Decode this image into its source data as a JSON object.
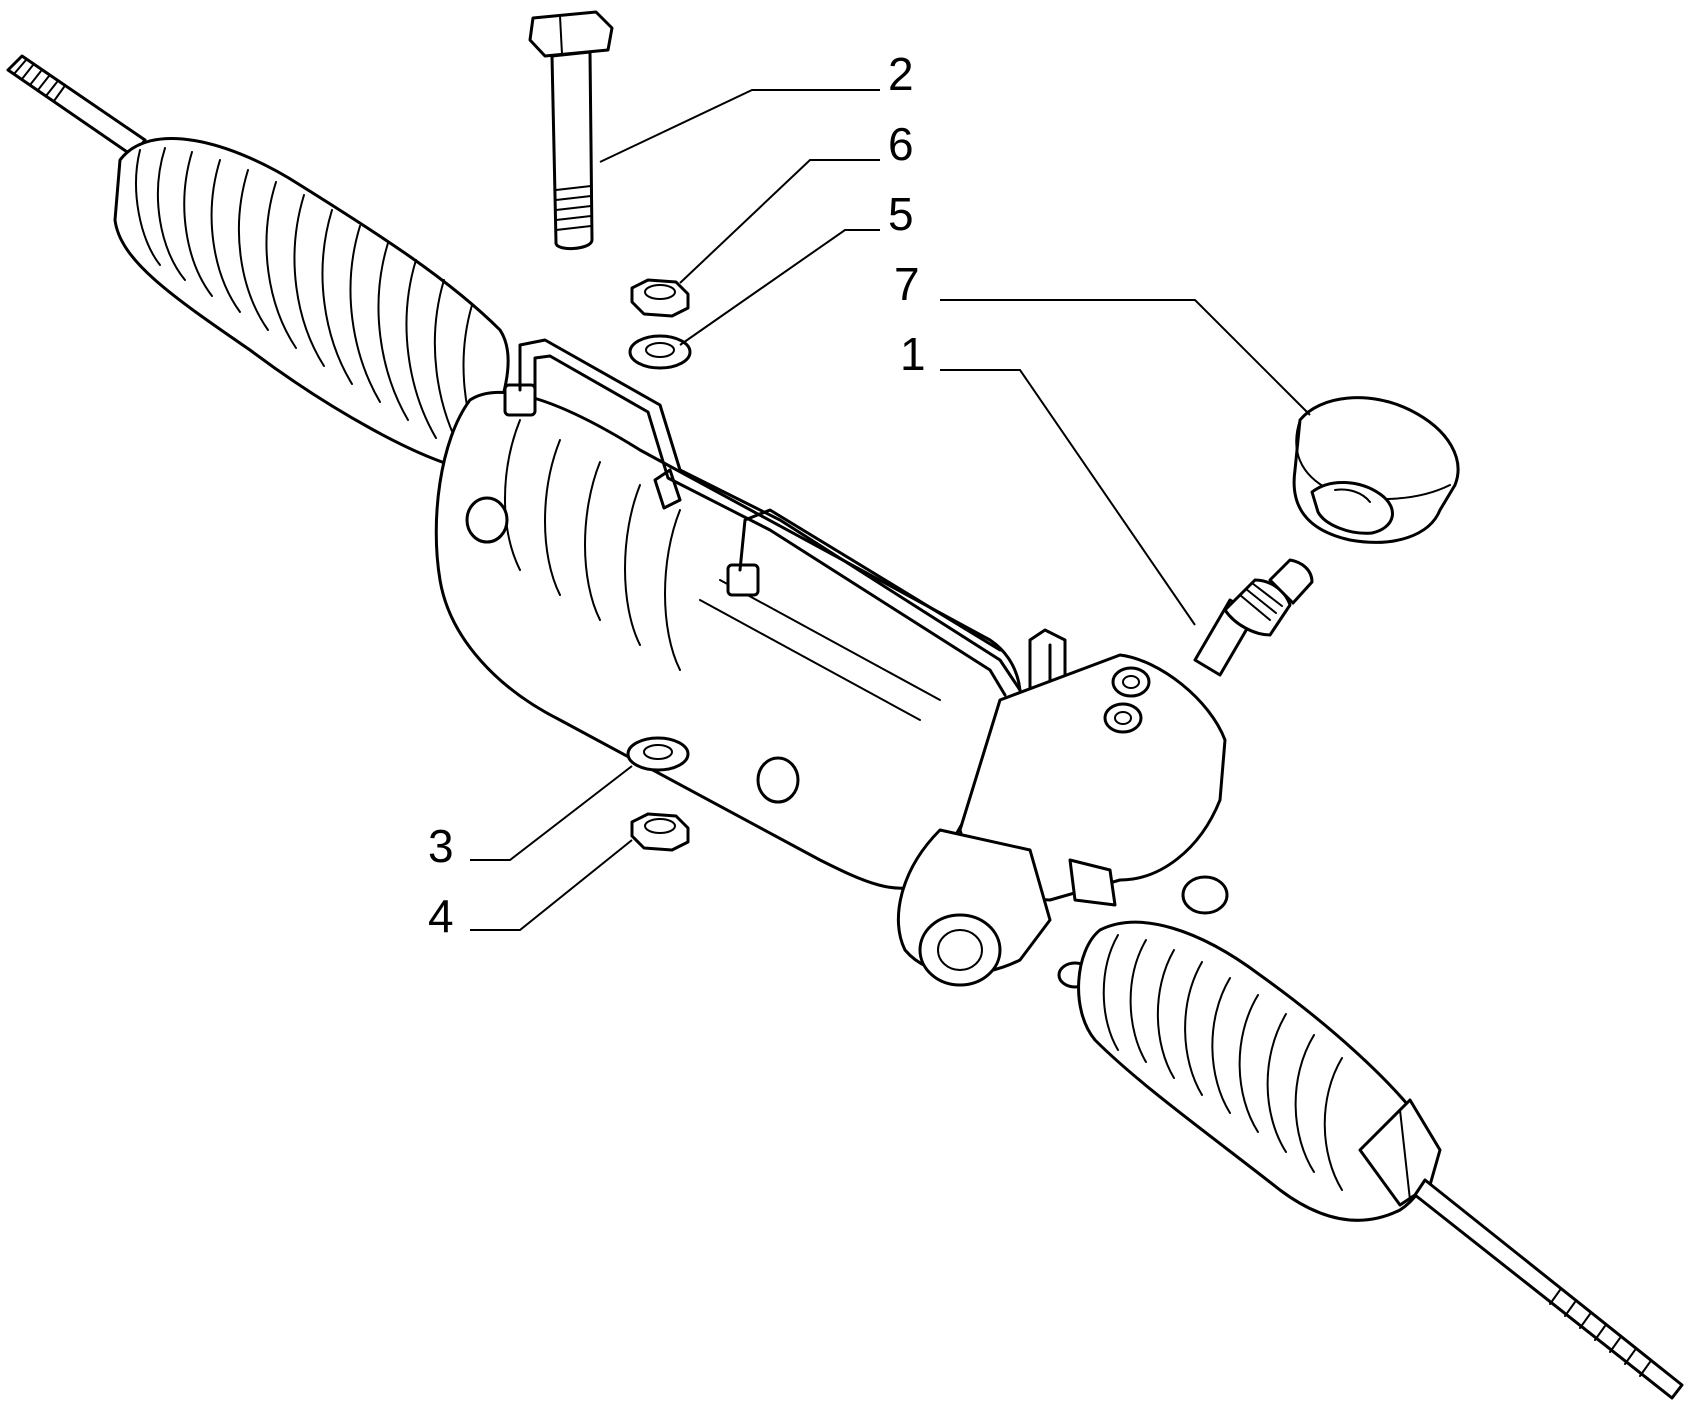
{
  "diagram": {
    "callouts": [
      {
        "id": "c2",
        "label": "2"
      },
      {
        "id": "c6",
        "label": "6"
      },
      {
        "id": "c5",
        "label": "5"
      },
      {
        "id": "c7",
        "label": "7"
      },
      {
        "id": "c1",
        "label": "1"
      },
      {
        "id": "c3",
        "label": "3"
      },
      {
        "id": "c4",
        "label": "4"
      }
    ],
    "colors": {
      "line": "#000000",
      "background": "#ffffff"
    }
  }
}
